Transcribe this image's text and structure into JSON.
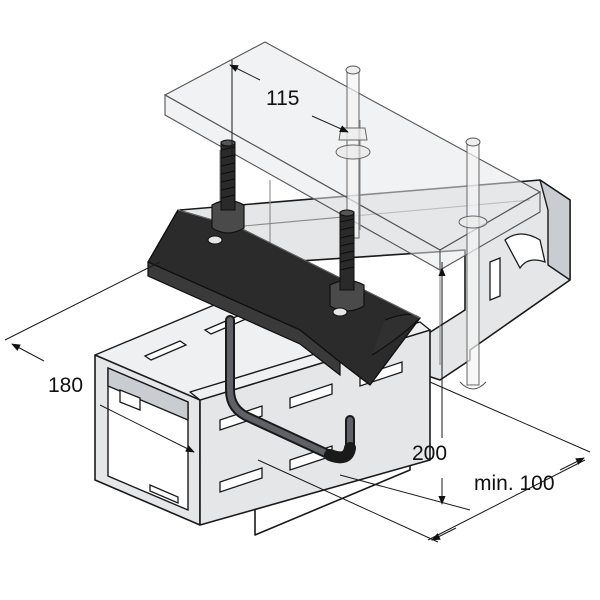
{
  "dimensions": {
    "top_width": "115",
    "left_depth": "180",
    "height": "200",
    "min_span": "min. 100"
  },
  "colors": {
    "outline": "#1a1a1a",
    "steel": "#e4e6e8",
    "clamp_plate": "#2b2b2b",
    "background": "#ffffff"
  }
}
